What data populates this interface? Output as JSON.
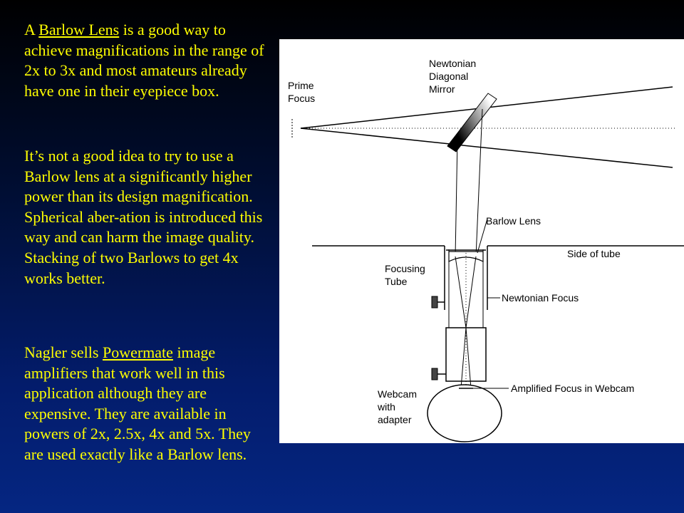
{
  "text": {
    "p1": {
      "pre": "A ",
      "link": "Barlow Lens",
      "post": " is a good way to achieve magnifications in the range of 2x to 3x and most amateurs already have one in their eyepiece box."
    },
    "p2": "It’s not a good idea to try to use a Barlow lens at a significantly higher power than its design magnification.  Spherical aber-ation is introduced this way and can harm the image quality. Stacking of two Barlows to get 4x works better.",
    "p3": {
      "pre": "Nagler sells ",
      "link": "Powermate",
      "post": " image amplifiers that work well in this application although they are expensive.   They are available in powers of 2x, 2.5x, 4x and 5x.  They are used exactly like a Barlow lens."
    }
  },
  "diagram": {
    "prime_focus": [
      "Prime",
      "Focus"
    ],
    "diagonal": [
      "Newtonian",
      "Diagonal",
      "Mirror"
    ],
    "barlow": "Barlow Lens",
    "side_of_tube": "Side of tube",
    "focusing_tube": [
      "Focusing",
      "Tube"
    ],
    "newtonian_focus": "Newtonian Focus",
    "amplified_focus": "Amplified Focus in Webcam",
    "webcam": [
      "Webcam",
      "with",
      "adapter"
    ]
  },
  "colors": {
    "text": "#ffff00",
    "diagram_bg": "#ffffff"
  }
}
